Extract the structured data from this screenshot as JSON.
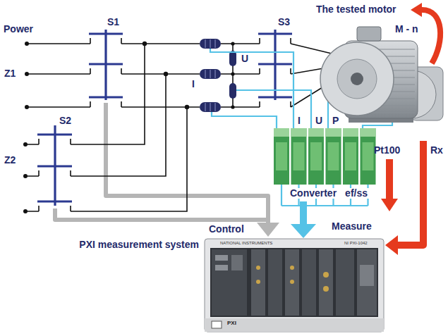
{
  "diagram": {
    "nodes": [
      {
        "text": [
          "The tested motor"
        ]
      },
      {
        "text": [
          "Converter",
          "ef/ss"
        ]
      },
      {
        "text": [
          "PXI measurement system"
        ]
      }
    ],
    "edges": [
      {
        "from": 1,
        "to": 2,
        "arrow": "to",
        "label": "Measure"
      },
      {
        "from": 0,
        "to": 2,
        "arrow": "to"
      }
    ],
    "labels": [
      "Power",
      "Z1",
      "S1",
      "S3",
      "U",
      "I",
      "M - n",
      "S2",
      "Z2",
      "I",
      "U",
      "P",
      "Pt100",
      "Rx",
      "Control",
      "NATIONAL INSTRUMENTS",
      "NI PXI-1042",
      "PXI"
    ]
  }
}
